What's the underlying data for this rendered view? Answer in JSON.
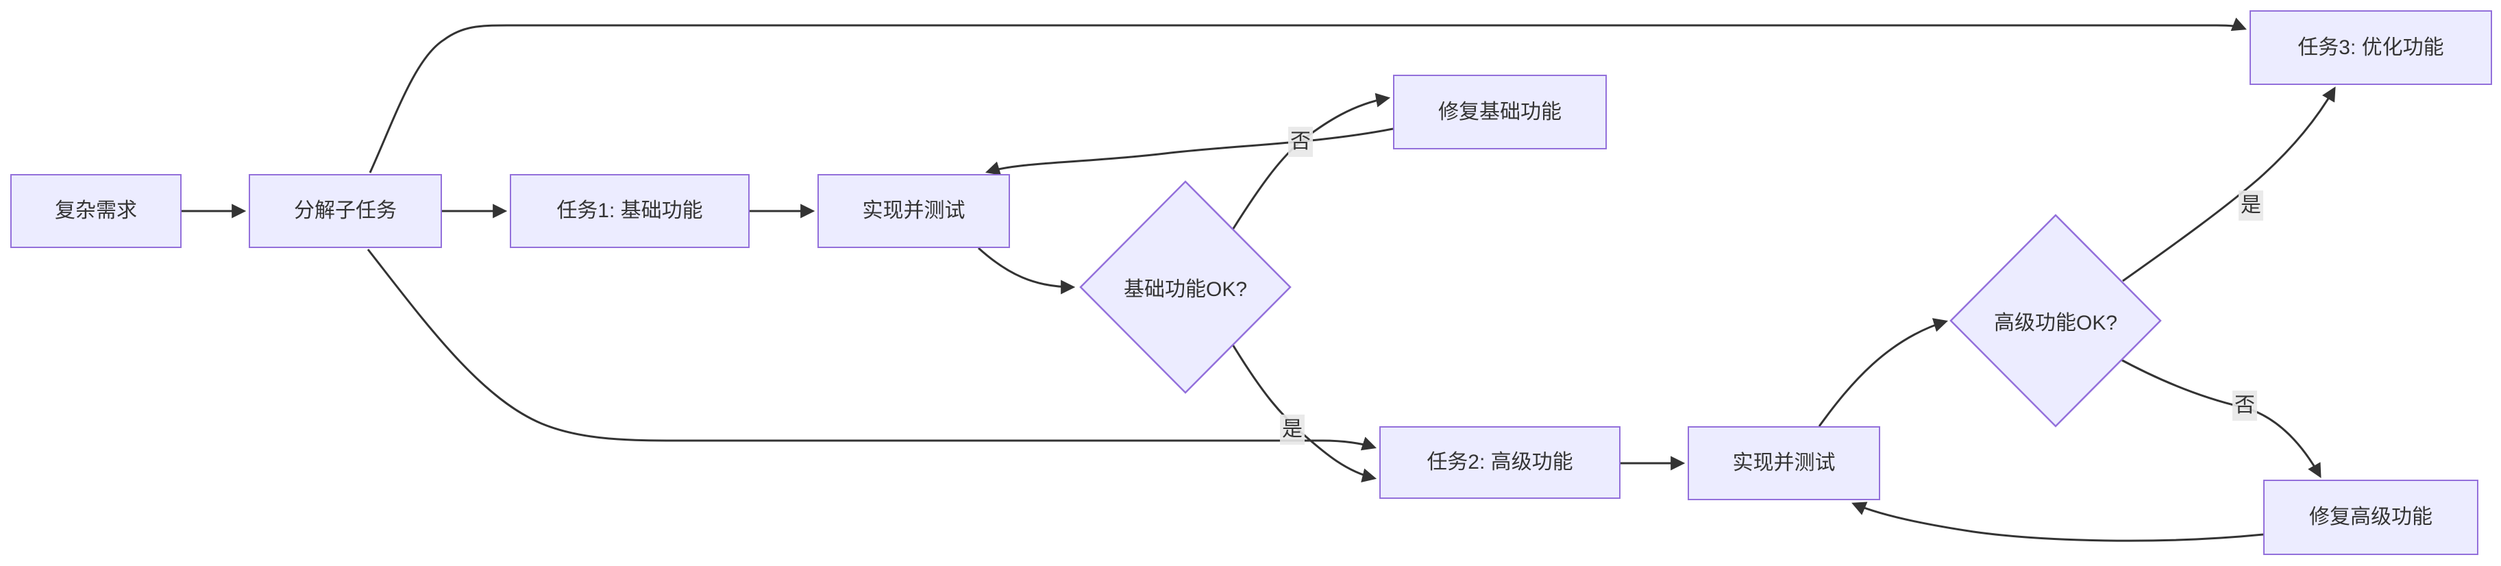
{
  "diagram": {
    "type": "flowchart-LR",
    "colors": {
      "node_fill": "#ECECFF",
      "node_border": "#9370DB",
      "edge_stroke": "#333333",
      "text": "#333333",
      "edge_label_bg": "#e8e8e8",
      "background": "#ffffff"
    },
    "nodes": {
      "complex_req": {
        "label": "复杂需求",
        "shape": "rect"
      },
      "decompose": {
        "label": "分解子任务",
        "shape": "rect"
      },
      "task1": {
        "label": "任务1: 基础功能",
        "shape": "rect"
      },
      "impl_test1": {
        "label": "实现并测试",
        "shape": "rect"
      },
      "basic_ok": {
        "label": "基础功能OK?",
        "shape": "diamond"
      },
      "fix_basic": {
        "label": "修复基础功能",
        "shape": "rect"
      },
      "task2": {
        "label": "任务2: 高级功能",
        "shape": "rect"
      },
      "impl_test2": {
        "label": "实现并测试",
        "shape": "rect"
      },
      "adv_ok": {
        "label": "高级功能OK?",
        "shape": "diamond"
      },
      "task3": {
        "label": "任务3: 优化功能",
        "shape": "rect"
      },
      "fix_adv": {
        "label": "修复高级功能",
        "shape": "rect"
      }
    },
    "edge_labels": {
      "no1": "否",
      "yes1": "是",
      "yes2": "是",
      "no2": "否"
    },
    "edges": [
      {
        "from": "complex_req",
        "to": "decompose",
        "label": ""
      },
      {
        "from": "decompose",
        "to": "task1",
        "label": ""
      },
      {
        "from": "decompose",
        "to": "task2",
        "label": ""
      },
      {
        "from": "decompose",
        "to": "task3",
        "label": ""
      },
      {
        "from": "task1",
        "to": "impl_test1",
        "label": ""
      },
      {
        "from": "impl_test1",
        "to": "basic_ok",
        "label": ""
      },
      {
        "from": "basic_ok",
        "to": "fix_basic",
        "label": "否"
      },
      {
        "from": "fix_basic",
        "to": "impl_test1",
        "label": ""
      },
      {
        "from": "basic_ok",
        "to": "task2",
        "label": "是"
      },
      {
        "from": "task2",
        "to": "impl_test2",
        "label": ""
      },
      {
        "from": "impl_test2",
        "to": "adv_ok",
        "label": ""
      },
      {
        "from": "adv_ok",
        "to": "task3",
        "label": "是"
      },
      {
        "from": "adv_ok",
        "to": "fix_adv",
        "label": "否"
      },
      {
        "from": "fix_adv",
        "to": "impl_test2",
        "label": ""
      }
    ]
  }
}
